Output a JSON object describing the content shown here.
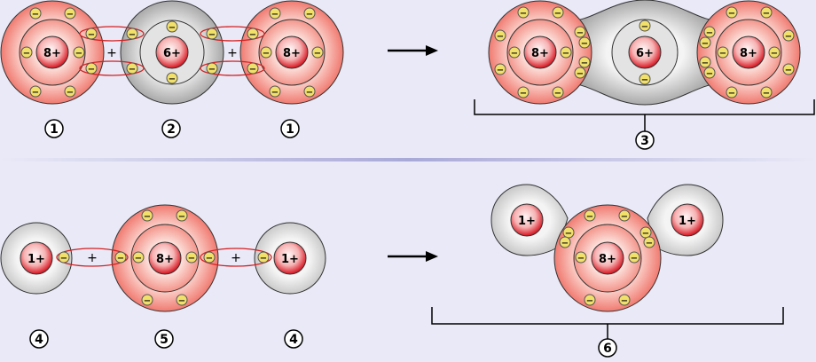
{
  "top_reaction": {
    "nuclei": {
      "oxygen": "8+",
      "carbon": "6+"
    },
    "electron_symbol": "−",
    "operator": "+",
    "labels": [
      "1",
      "2",
      "1",
      "3"
    ]
  },
  "bottom_reaction": {
    "nuclei": {
      "oxygen": "8+",
      "hydrogen": "1+"
    },
    "electron_symbol": "−",
    "operator": "+",
    "labels": [
      "4",
      "5",
      "4",
      "6"
    ]
  },
  "colors": {
    "background": "#e9e9f7",
    "oxygen_shell": "#f58a82",
    "carbon_shell": "#bcbcbc",
    "hydrogen_shell": "#dcdcdc",
    "nucleus": "#e0202a",
    "electron": "#f1e06a",
    "bond_ring": "#d42020",
    "divider": "#b6b6dc"
  },
  "icons": {
    "arrow": "right-arrow-icon",
    "bracket": "bracket-icon"
  }
}
